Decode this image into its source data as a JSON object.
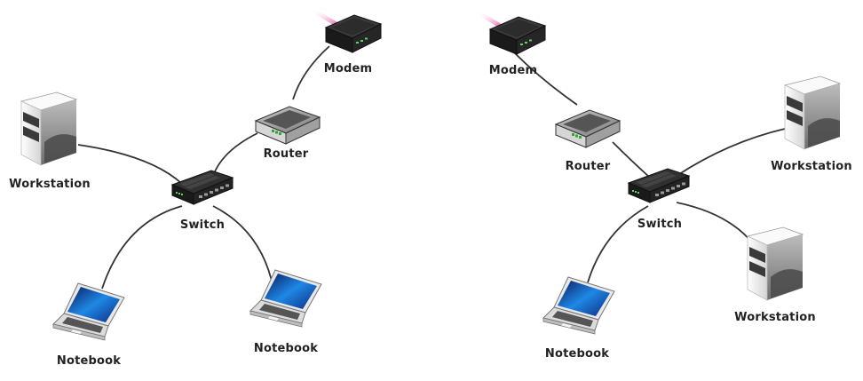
{
  "left_network": {
    "modem": {
      "label": "Modem",
      "icon": "modem-icon"
    },
    "router": {
      "label": "Router",
      "icon": "router-icon"
    },
    "switch": {
      "label": "Switch",
      "icon": "switch-icon"
    },
    "workstation": {
      "label": "Workstation",
      "icon": "workstation-server-icon"
    },
    "notebook_1": {
      "label": "Notebook",
      "icon": "laptop-icon"
    },
    "notebook_2": {
      "label": "Notebook",
      "icon": "laptop-icon"
    }
  },
  "right_network": {
    "modem": {
      "label": "Modem",
      "icon": "modem-icon"
    },
    "router": {
      "label": "Router",
      "icon": "router-icon"
    },
    "switch": {
      "label": "Switch",
      "icon": "switch-icon"
    },
    "workstation_1": {
      "label": "Workstation",
      "icon": "workstation-server-icon"
    },
    "workstation_2": {
      "label": "Workstation",
      "icon": "workstation-server-icon"
    },
    "notebook": {
      "label": "Notebook",
      "icon": "laptop-icon"
    }
  },
  "colors": {
    "link": "#333333",
    "device_dark": "#1e1e1e",
    "router_gray": "#8a8a8a",
    "server_light": "#f0f0f0",
    "screen_blue": "#1565c0",
    "signal_pink": "#e0409a"
  }
}
